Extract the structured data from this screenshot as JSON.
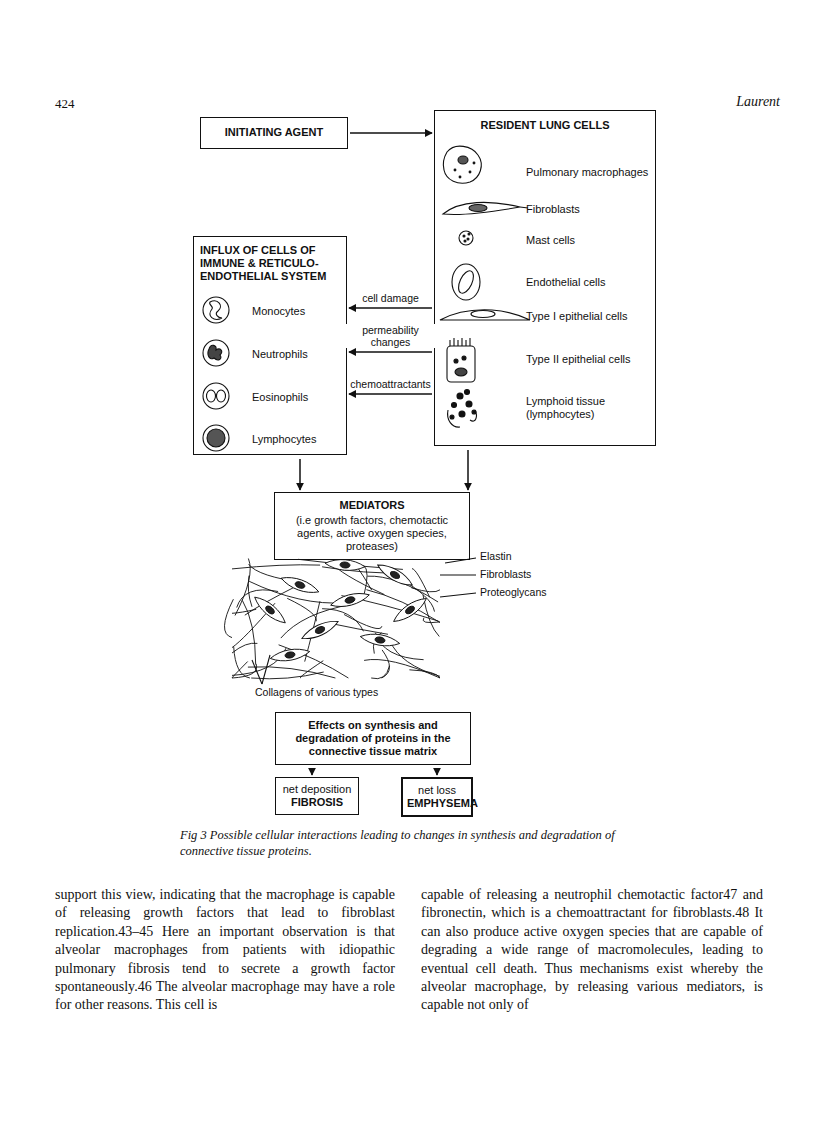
{
  "diagram": {
    "caption": "Fig 3 Possible cellular interactions leading to changes in synthesis and degradation of connective tissue proteins.",
    "nodes": [
      {
        "text": [
          "INITIATING AGENT"
        ]
      },
      {
        "text": [
          "RESIDENT LUNG CELLS",
          "Pulmonary macrophages",
          "Fibroblasts",
          "Mast cells",
          "Endothelial cells",
          "Type I epithelial cells",
          "Type II epithelial cells",
          "Lymphoid tissue (lymphocytes)"
        ]
      },
      {
        "text": [
          "INFLUX OF CELLS OF IMMUNE & RETICULO-ENDOTHELIAL SYSTEM",
          "Monocytes",
          "Neutrophils",
          "Eosinophils",
          "Lymphocytes"
        ]
      },
      {
        "text": [
          "MEDIATORS",
          "(i.e growth factors, chemotactic agents, active oxygen species, proteases)"
        ]
      },
      {
        "text": [
          "Effects on synthesis and degradation of proteins in the connective tissue matrix"
        ]
      },
      {
        "text": [
          "net deposition",
          "FIBROSIS"
        ]
      },
      {
        "text": [
          "net loss",
          "EMPHYSEMA"
        ]
      }
    ],
    "edges": [
      {
        "from": 0,
        "to": 1,
        "arrow": "to"
      },
      {
        "from": 1,
        "to": 2,
        "label": "cell damage",
        "arrow": "to"
      },
      {
        "from": 1,
        "to": 2,
        "label": "permeability changes",
        "arrow": "to"
      },
      {
        "from": 1,
        "to": 2,
        "label": "chemoattractants",
        "arrow": "to"
      },
      {
        "from": 2,
        "to": 3,
        "arrow": "to"
      },
      {
        "from": 1,
        "to": 3,
        "arrow": "to"
      },
      {
        "from": 4,
        "to": 5,
        "arrow": "to"
      },
      {
        "from": 4,
        "to": 6,
        "arrow": "to"
      }
    ],
    "labels": [
      "424",
      "Laurent",
      "Elastin",
      "Fibroblasts",
      "Proteoglycans",
      "Collagens of various types",
      "support this view, indicating that the macrophage is capable of releasing growth factors that lead to fibroblast replication.43–45 Here an important observation is that alveolar macrophages from patients with idiopathic pulmonary fibrosis tend to secrete a growth factor spontaneously.46 The alveolar macrophage may have a role for other reasons. This cell is",
      "capable of releasing a neutrophil chemotactic factor47 and fibronectin, which is a chemoattractant for fibroblasts.48 It can also produce active oxygen species that are capable of degrading a wide range of macromolecules, leading to eventual cell death. Thus mechanisms exist whereby the alveolar macrophage, by releasing various mediators, is capable not only of"
    ]
  }
}
